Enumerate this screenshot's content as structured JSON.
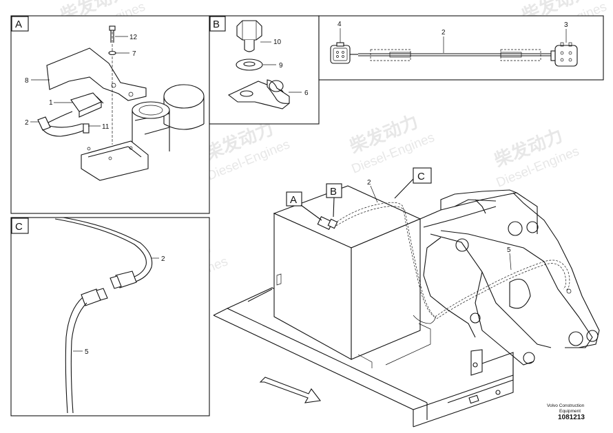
{
  "panels": {
    "A": {
      "letter": "A"
    },
    "B": {
      "letter": "B"
    },
    "C": {
      "letter": "C"
    }
  },
  "callouts": {
    "A_12": "12",
    "A_7": "7",
    "A_8": "8",
    "A_1": "1",
    "A_2": "2",
    "A_11": "11",
    "B_10": "10",
    "B_9": "9",
    "B_6": "6",
    "top_4": "4",
    "top_2": "2",
    "top_3": "3",
    "C_2": "2",
    "C_5": "5",
    "main_2": "2",
    "main_5": "5"
  },
  "main_view_labels": {
    "A": "A",
    "B": "B",
    "C": "C"
  },
  "watermark": {
    "brand": "柴发动力",
    "subtitle": "Diesel-Engines"
  },
  "footer": {
    "line1": "Volvo Construction",
    "line2": "Equipment",
    "doc_number": "1081213"
  }
}
